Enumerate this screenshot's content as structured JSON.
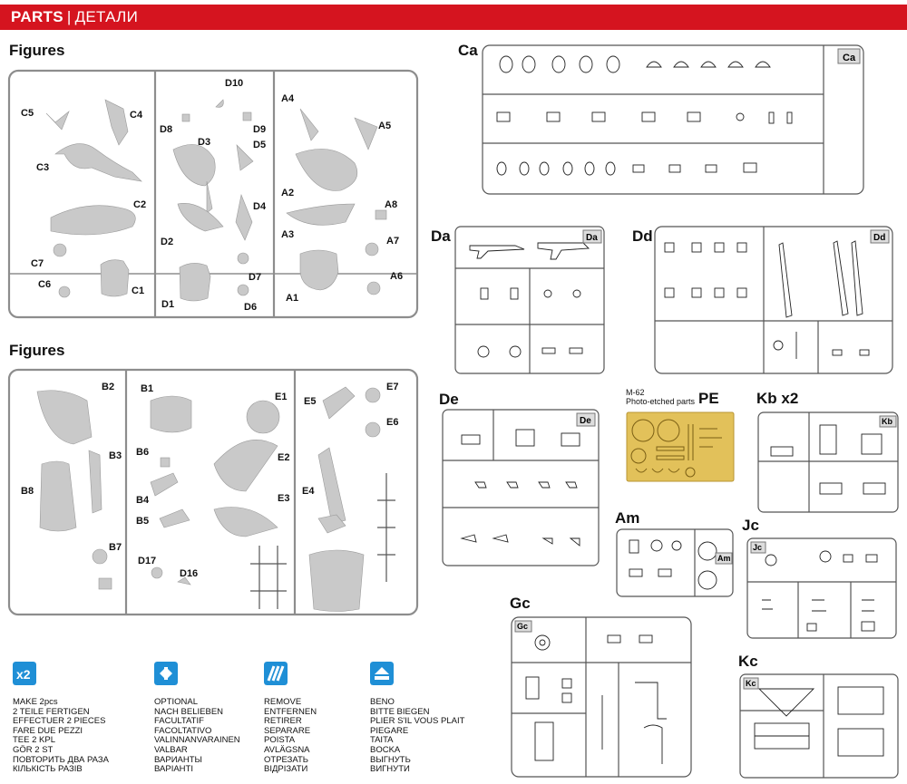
{
  "banner": {
    "en": "PARTS",
    "ru": "ДЕТАЛИ"
  },
  "headings": {
    "figures_top": "Figures",
    "figures_bottom": "Figures"
  },
  "sprues": {
    "ca": "Ca",
    "da": "Da",
    "dd": "Dd",
    "de": "De",
    "pe": "PE",
    "kb": "Kb x2",
    "am": "Am",
    "jc": "Jc",
    "gc": "Gc",
    "kc": "Kc"
  },
  "pe_subtitle": [
    "M-62",
    "Photo-etched parts"
  ],
  "figure_parts_top": [
    "C5",
    "C4",
    "C3",
    "C2",
    "C7",
    "C6",
    "C1",
    "D10",
    "D8",
    "D9",
    "D3",
    "D5",
    "D4",
    "D2",
    "D7",
    "D1",
    "D6",
    "A4",
    "A5",
    "A2",
    "A8",
    "A3",
    "A7",
    "A6",
    "A1"
  ],
  "figure_parts_bottom": [
    "B2",
    "B1",
    "E1",
    "E5",
    "E7",
    "E6",
    "B3",
    "B6",
    "E2",
    "B8",
    "B4",
    "E4",
    "E3",
    "B5",
    "B7",
    "D17",
    "D16"
  ],
  "legend": [
    {
      "icon": "x2-icon",
      "lines": [
        "MAKE 2pcs",
        "2 TEILE FERTIGEN",
        "EFFECTUER 2 PIECES",
        "FARE DUE PEZZI",
        "TEE 2 KPL",
        "GÖR 2 ST",
        "ПОВТОРИТЬ ДВА РАЗА",
        "КІЛЬКІСТЬ РАЗІВ"
      ]
    },
    {
      "icon": "optional-icon",
      "lines": [
        "OPTIONAL",
        "NACH BELIEBEN",
        "FACULTATIF",
        "FACOLTATIVO",
        "VALINNANVARAINEN",
        "VALBAR",
        "ВАРИАНТЫ",
        "ВАРІАНТІ"
      ]
    },
    {
      "icon": "cut-icon",
      "lines": [
        "REMOVE",
        "ENTFERNEN",
        "RETIRER",
        "SEPARARE",
        "POISTA",
        "AVLÄGSNA",
        "ОТРЕЗАТЬ",
        "ВІДРІЗАТИ"
      ]
    },
    {
      "icon": "bend-icon",
      "lines": [
        "BENO",
        "BITTE BIEGEN",
        "PLIER S'IL VOUS PLAIT",
        "PIEGARE",
        "TAITA",
        "BOCKA",
        "ВЫГНУТЬ",
        "ВИГНУТИ"
      ]
    }
  ],
  "colors": {
    "banner": "#d5141f",
    "icon_blue": "#1f8fd6",
    "sprue_grey": "#c9c9c9",
    "brass": "#e2c15a"
  }
}
